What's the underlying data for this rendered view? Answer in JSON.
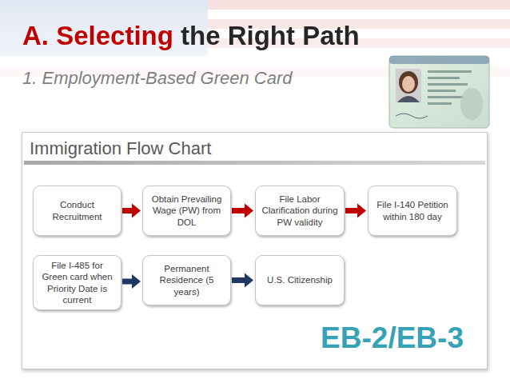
{
  "diagram": {
    "title": "A. Selecting the Right Path",
    "nodes": [
      {
        "text": [
          "Immigration Flow Chart"
        ]
      },
      {
        "text": [
          "Conduct Recruitment"
        ],
        "in": 0
      },
      {
        "text": [
          "Obtain Prevailing Wage (PW) from DOL"
        ],
        "in": 0
      },
      {
        "text": [
          "File Labor Clarification during PW validity"
        ],
        "in": 0
      },
      {
        "text": [
          "File I-140 Petition within 180 day"
        ],
        "in": 0
      },
      {
        "text": [
          "File I-485 for Green card when Priority Date is current"
        ],
        "in": 0
      },
      {
        "text": [
          "Permanent Residence (5 years)"
        ],
        "in": 0
      },
      {
        "text": [
          "U.S. Citizenship"
        ],
        "in": 0
      }
    ],
    "edges": [
      {
        "from": 1,
        "to": 2,
        "arrow": "to"
      },
      {
        "from": 2,
        "to": 3,
        "arrow": "to"
      },
      {
        "from": 3,
        "to": 4,
        "arrow": "to"
      },
      {
        "from": 5,
        "to": 6,
        "arrow": "to"
      },
      {
        "from": 6,
        "to": 7,
        "arrow": "to"
      }
    ],
    "labels": [
      "1. Employment-Based Green Card",
      "EB-2/EB-3"
    ]
  }
}
